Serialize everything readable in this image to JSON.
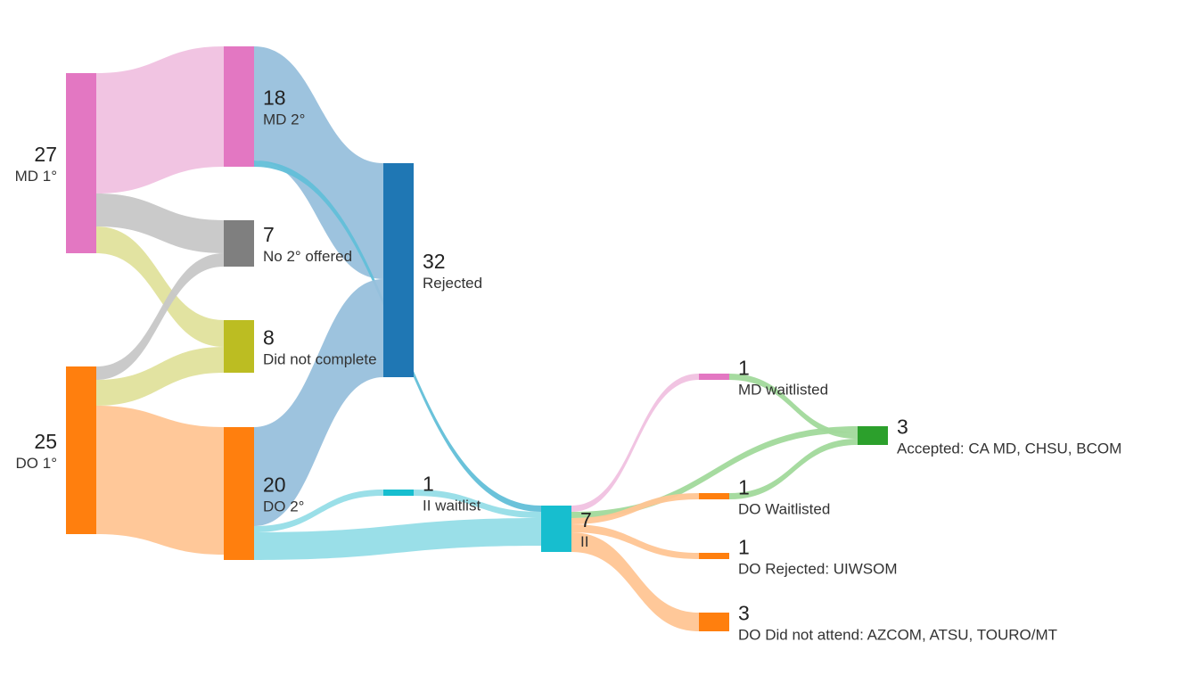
{
  "chart_data": {
    "type": "sankey",
    "nodes": [
      {
        "id": "md1",
        "count": "27",
        "label": "MD 1°",
        "color": "#e377c2"
      },
      {
        "id": "do1",
        "count": "25",
        "label": "DO 1°",
        "color": "#ff7f0e"
      },
      {
        "id": "md2",
        "count": "18",
        "label": "MD 2°",
        "color": "#e377c2"
      },
      {
        "id": "no2",
        "count": "7",
        "label": "No 2° offered",
        "color": "#7f7f7f"
      },
      {
        "id": "dnc",
        "count": "8",
        "label": "Did not complete",
        "color": "#bcbd22"
      },
      {
        "id": "do2",
        "count": "20",
        "label": "DO 2°",
        "color": "#ff7f0e"
      },
      {
        "id": "rej",
        "count": "32",
        "label": "Rejected",
        "color": "#1f77b4"
      },
      {
        "id": "iiw",
        "count": "1",
        "label": "II waitlist",
        "color": "#17becf"
      },
      {
        "id": "ii",
        "count": "7",
        "label": "II",
        "color": "#17becf"
      },
      {
        "id": "mdw",
        "count": "1",
        "label": "MD waitlisted",
        "color": "#e377c2"
      },
      {
        "id": "acc",
        "count": "3",
        "label": "Accepted: CA MD, CHSU, BCOM",
        "color": "#2ca02c"
      },
      {
        "id": "dow",
        "count": "1",
        "label": "DO Waitlisted",
        "color": "#ff7f0e"
      },
      {
        "id": "dor",
        "count": "1",
        "label": "DO Rejected: UIWSOM",
        "color": "#ff7f0e"
      },
      {
        "id": "dod",
        "count": "3",
        "label": "DO Did not attend: AZCOM, ATSU, TOURO/MT",
        "color": "#ff7f0e"
      }
    ],
    "links": [
      {
        "source": "md1",
        "target": "md2",
        "value": 18,
        "color": "#f0c1e0"
      },
      {
        "source": "md1",
        "target": "no2",
        "value": 4,
        "color": "#c7c7c7"
      },
      {
        "source": "md1",
        "target": "dnc",
        "value": 5,
        "color": "#e0e19c"
      },
      {
        "source": "do1",
        "target": "no2",
        "value": 3,
        "color": "#c7c7c7"
      },
      {
        "source": "do1",
        "target": "dnc",
        "value": 3,
        "color": "#e0e19c"
      },
      {
        "source": "do1",
        "target": "do2",
        "value": 19,
        "color": "#ffc593"
      },
      {
        "source": "md2",
        "target": "rej",
        "value": 17,
        "color": "#98c0dc"
      },
      {
        "source": "md2",
        "target": "ii",
        "value": 1,
        "color": "#62bfd8"
      },
      {
        "source": "do2",
        "target": "rej",
        "value": 15,
        "color": "#98c0dc"
      },
      {
        "source": "do2",
        "target": "iiw",
        "value": 1,
        "color": "#95dde7"
      },
      {
        "source": "do2",
        "target": "ii",
        "value": 5,
        "color": "#95dde7"
      },
      {
        "source": "iiw",
        "target": "ii",
        "value": 1,
        "color": "#95dde7"
      },
      {
        "source": "ii",
        "target": "mdw",
        "value": 1,
        "color": "#f0c1e0"
      },
      {
        "source": "ii",
        "target": "acc",
        "value": 1,
        "color": "#a1d99b"
      },
      {
        "source": "ii",
        "target": "dow",
        "value": 1,
        "color": "#ffc593"
      },
      {
        "source": "ii",
        "target": "dor",
        "value": 1,
        "color": "#ffc593"
      },
      {
        "source": "ii",
        "target": "dod",
        "value": 3,
        "color": "#ffc593"
      },
      {
        "source": "mdw",
        "target": "acc",
        "value": 1,
        "color": "#a1d99b"
      },
      {
        "source": "dow",
        "target": "acc",
        "value": 1,
        "color": "#a1d99b"
      }
    ]
  }
}
